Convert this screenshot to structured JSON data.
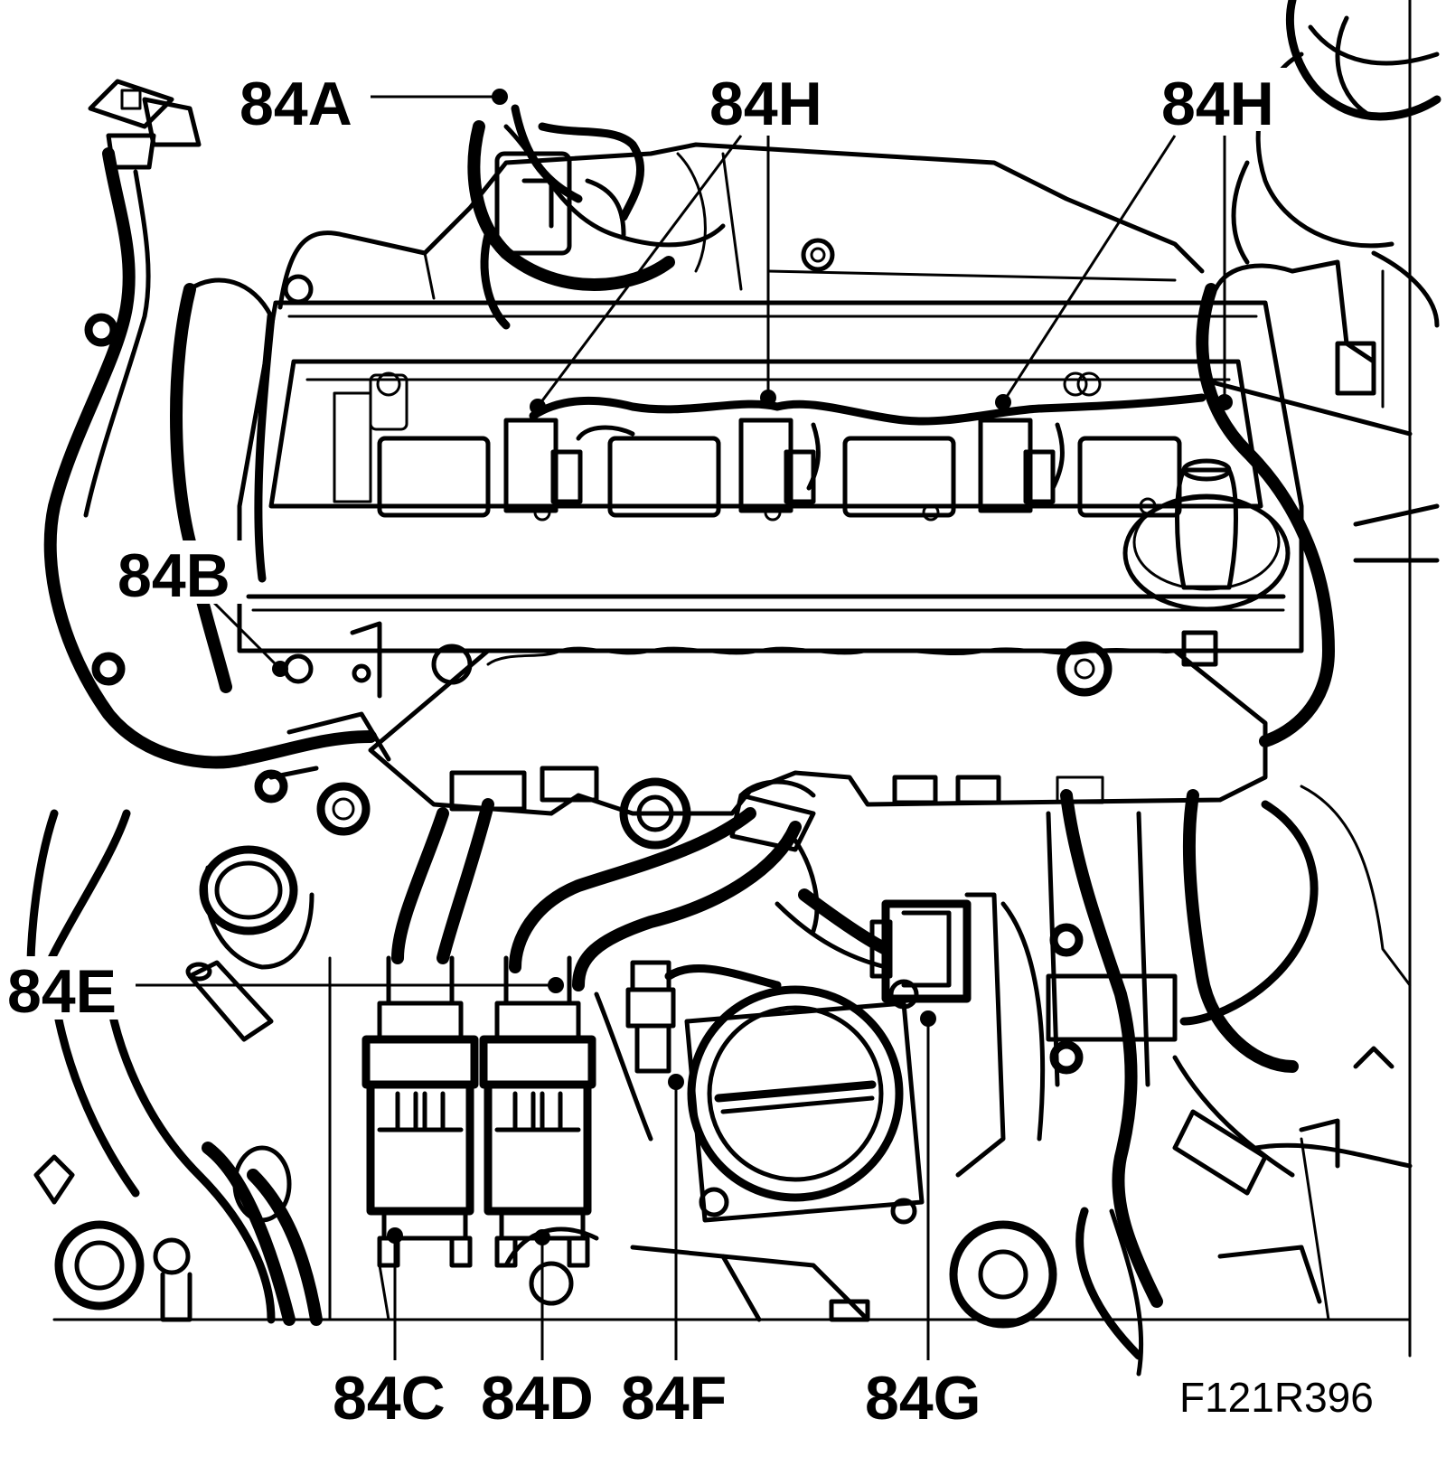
{
  "figure": {
    "reference": "F121R396",
    "callouts": {
      "a": "84A",
      "b": "84B",
      "c": "84C",
      "d": "84D",
      "e": "84E",
      "f": "84F",
      "g": "84G",
      "h1": "84H",
      "h2": "84H"
    }
  },
  "colors": {
    "ink": "#000000",
    "paper": "#ffffff"
  }
}
